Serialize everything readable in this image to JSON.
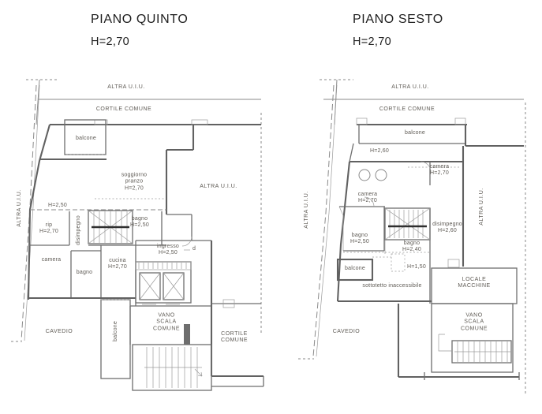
{
  "document": {
    "background": "#ffffff",
    "line_color": "#6f6f6f",
    "text_color": "#5f5b55",
    "title_color": "#1e1e1e"
  },
  "plans": [
    {
      "id": "piano-quinto",
      "title": "PIANO QUINTO",
      "height": "H=2,70",
      "labels": {
        "altra_uiu_top": "ALTRA U.I.U.",
        "cortile_comune_top": "CORTILE COMUNE",
        "altra_uiu_left": "ALTRA U.I.U.",
        "altra_uiu_right": "ALTRA U.I.U.",
        "balcone_top": "balcone",
        "soggiorno": "soggiorno\npranzo\nH=2,70",
        "h250_strip": "H=2,50",
        "rip": "rip\nH=2,70",
        "disimpegno": "disimpegno",
        "bagno_h250": "bagno\nH=2,50",
        "camera": "camera",
        "bagno": "bagno",
        "cucina": "cucina\nH=2,70",
        "ingresso": "ingresso\nH=2,50",
        "door_mark": "d",
        "vano_scala": "VANO\nSCALA\nCOMUNE",
        "balcone_side": "balcone",
        "cavedio": "CAVEDIO",
        "cortile_comune_bottom": "CORTILE\nCOMUNE"
      }
    },
    {
      "id": "piano-sesto",
      "title": "PIANO SESTO",
      "height": "H=2,70",
      "labels": {
        "altra_uiu_top": "ALTRA U.I.U.",
        "cortile_comune_top": "CORTILE COMUNE",
        "altra_uiu_left": "ALTRA U.I.U.",
        "altra_uiu_right": "ALTRA U.I.U.",
        "balcone_top": "balcone",
        "h260_strip": "H=2,60",
        "camera_right": "camera\nH=2,70",
        "camera_left": "camera\nH=2,70",
        "disimpegno": "disimpegno\nH=2,60",
        "bagno_left": "bagno\nH=2,50",
        "bagno_mid": "bagno\nH=2,40",
        "balcone_small": "balcone",
        "h150": "H=1,50",
        "sottotetto": "sottotetto inaccessibile",
        "locale_macchine": "LOCALE\nMACCHINE",
        "vano_scala": "VANO\nSCALA\nCOMUNE",
        "cavedio": "CAVEDIO"
      }
    }
  ]
}
